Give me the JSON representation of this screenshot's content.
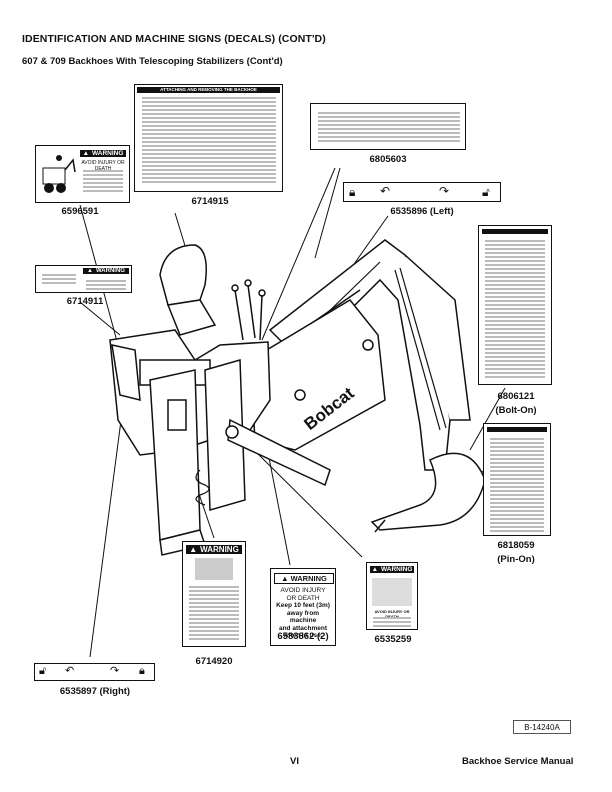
{
  "page": {
    "heading": "IDENTIFICATION AND MACHINE SIGNS (DECALS) (CONT'D)",
    "subheading": "607 & 709 Backhoes With Telescoping Stabilizers (Cont'd)",
    "footer_page": "VI",
    "footer_title": "Backhoe Service Manual",
    "figure_id": "B-14240A"
  },
  "decals": {
    "d6596591": {
      "label": "6596591",
      "warning": "WARNING",
      "text": "AVOID INJURY OR DEATH"
    },
    "d6714915": {
      "label": "6714915",
      "title": "ATTACHING AND REMOVING THE BACKHOE"
    },
    "d6805603": {
      "label": "6805603"
    },
    "d6535896": {
      "label": "6535896 (Left)"
    },
    "d6714911": {
      "label": "6714911",
      "warning": "WARNING"
    },
    "d6806121": {
      "label_line1": "6806121",
      "label_line2": "(Bolt-On)"
    },
    "d6818059": {
      "label_line1": "6818059",
      "label_line2": "(Pin-On)"
    },
    "d6714920": {
      "label": "6714920",
      "warning": "WARNING"
    },
    "d6583862": {
      "label": "6583862 (2)",
      "warning": "WARNING",
      "text1": "AVOID INJURY",
      "text2": "OR DEATH",
      "text3": "Keep 10 feet (3m)",
      "text4": "away from machine",
      "text5": "and attachment",
      "text6": "when in use."
    },
    "d6535259": {
      "label": "6535259",
      "warning": "WARNING",
      "text": "AVOID INJURY OR DEATH"
    },
    "d6535897": {
      "label": "6535897 (Right)"
    }
  },
  "machine": {
    "brand": "Bobcat"
  }
}
